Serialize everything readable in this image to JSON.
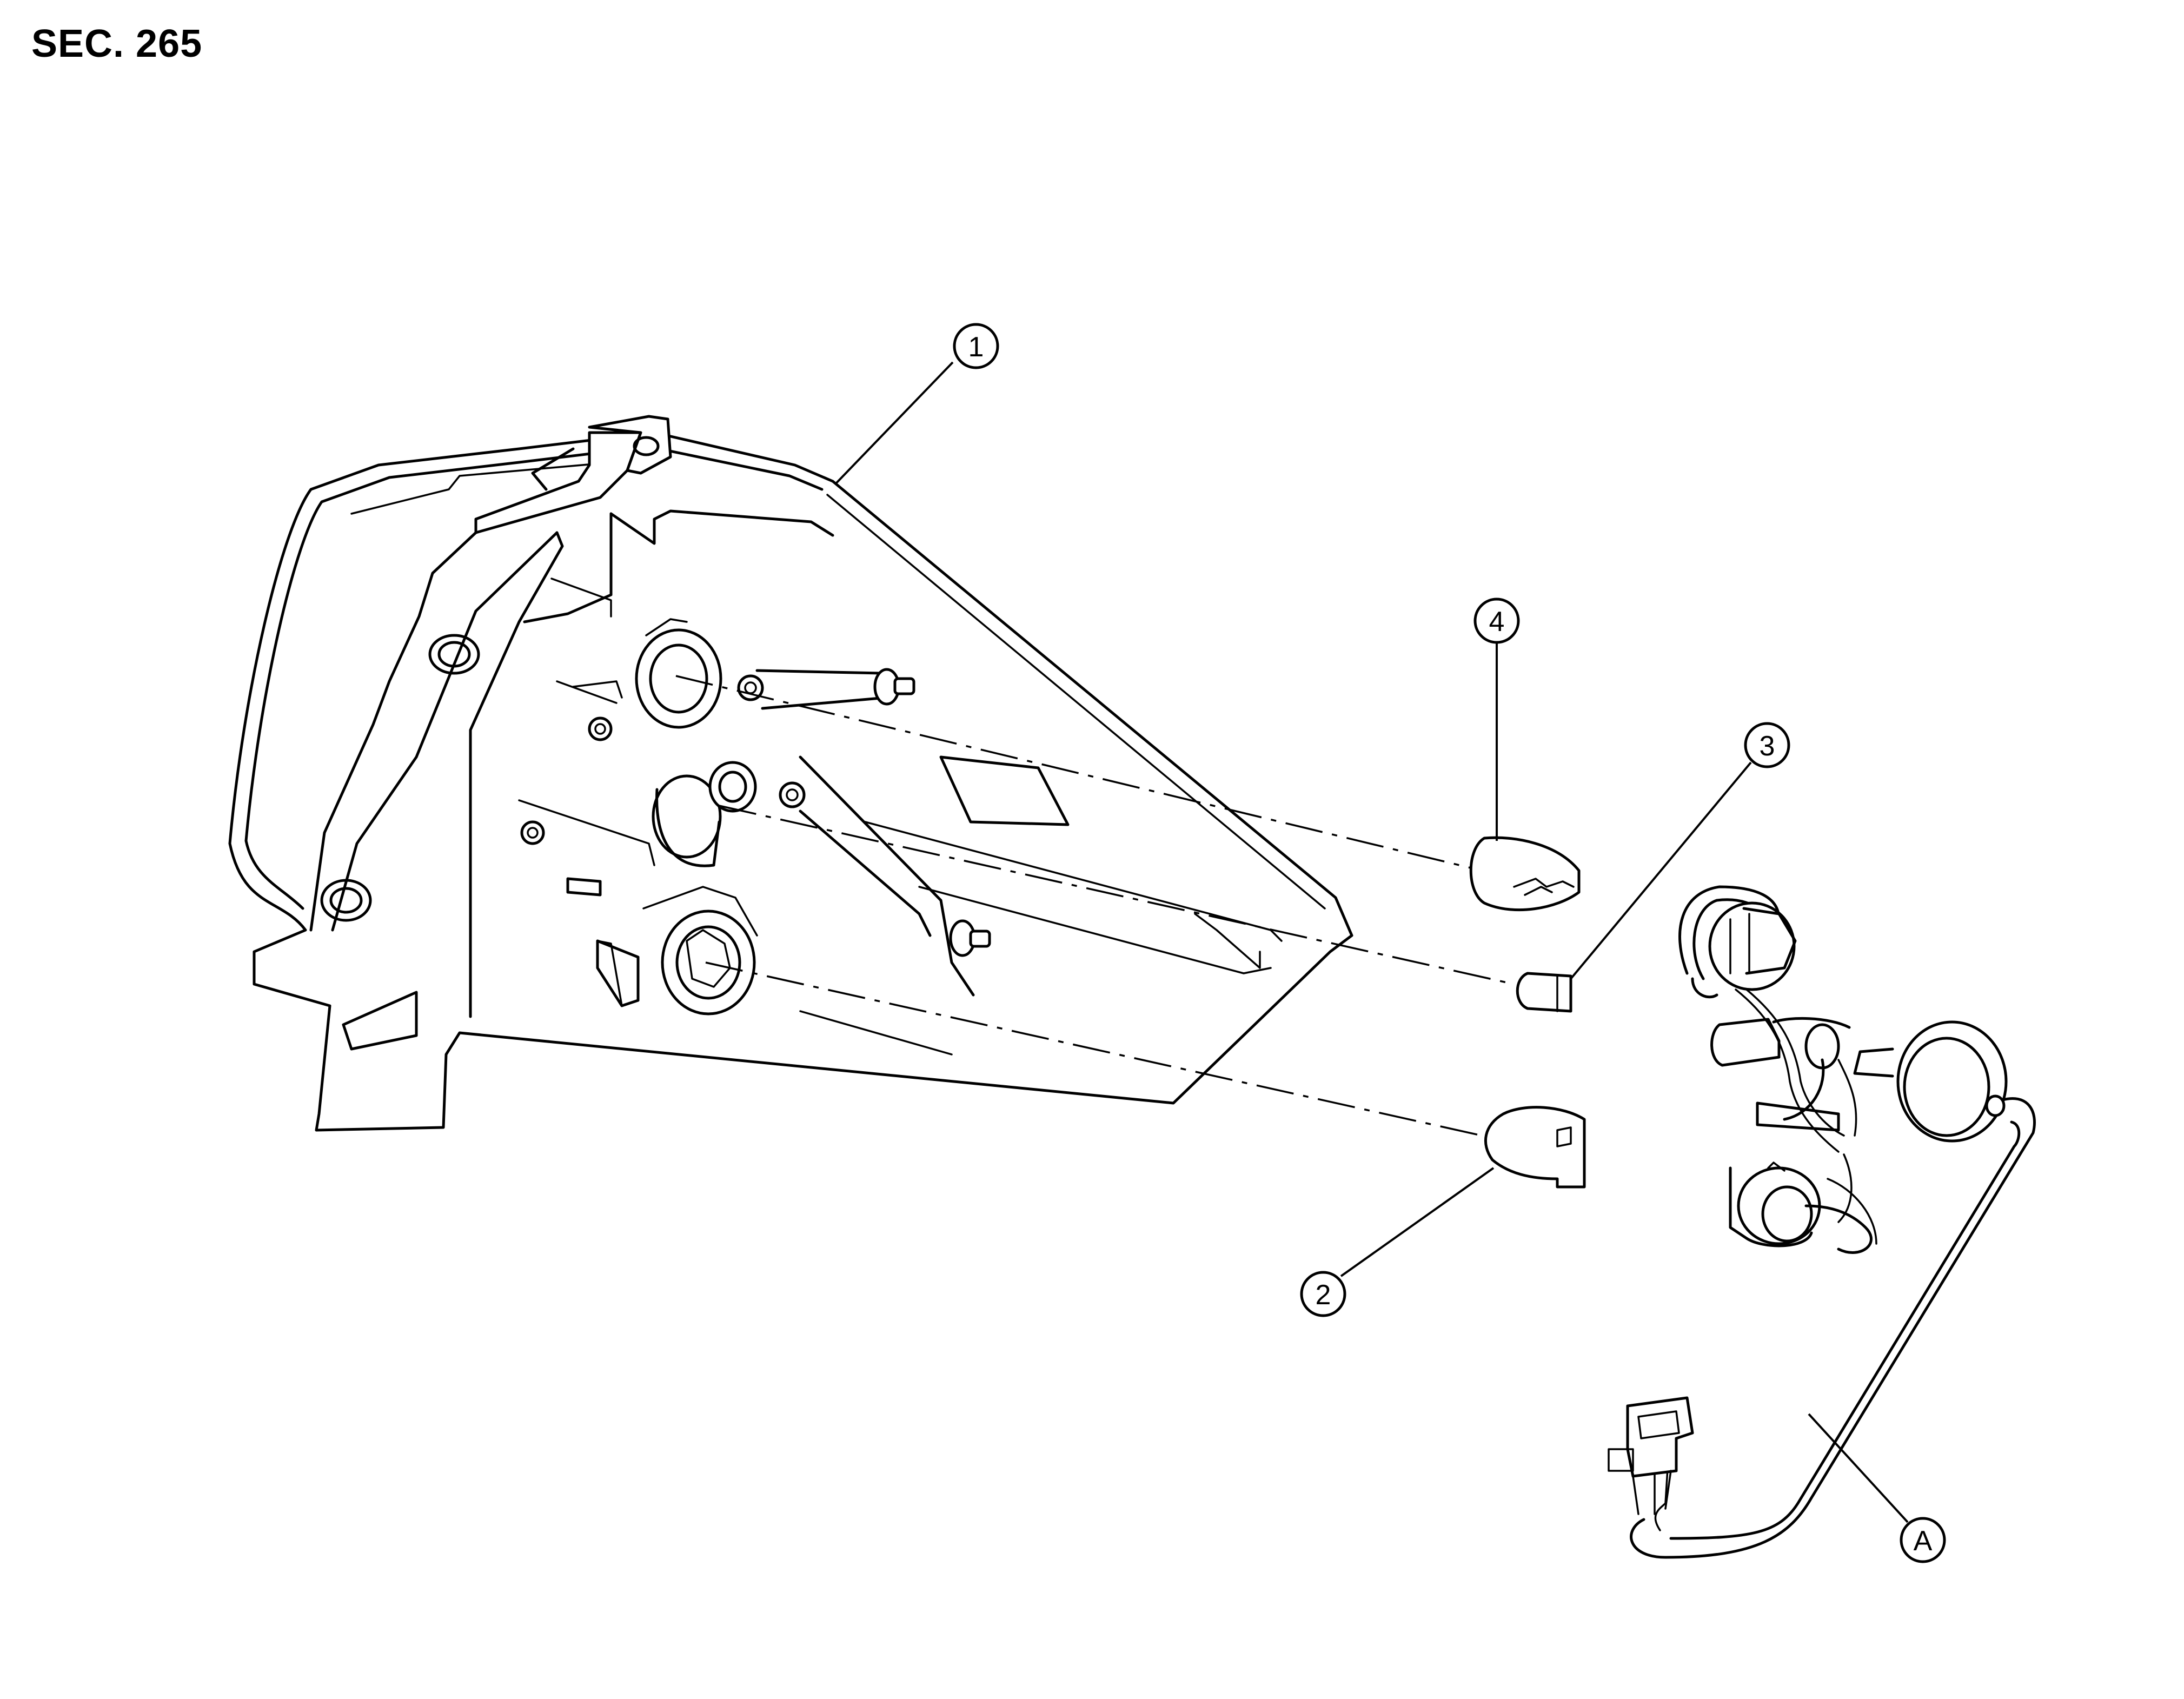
{
  "section": "SEC. 265",
  "callouts": {
    "c1": "1",
    "c2": "2",
    "c3": "3",
    "c4": "4",
    "cA": "A"
  }
}
